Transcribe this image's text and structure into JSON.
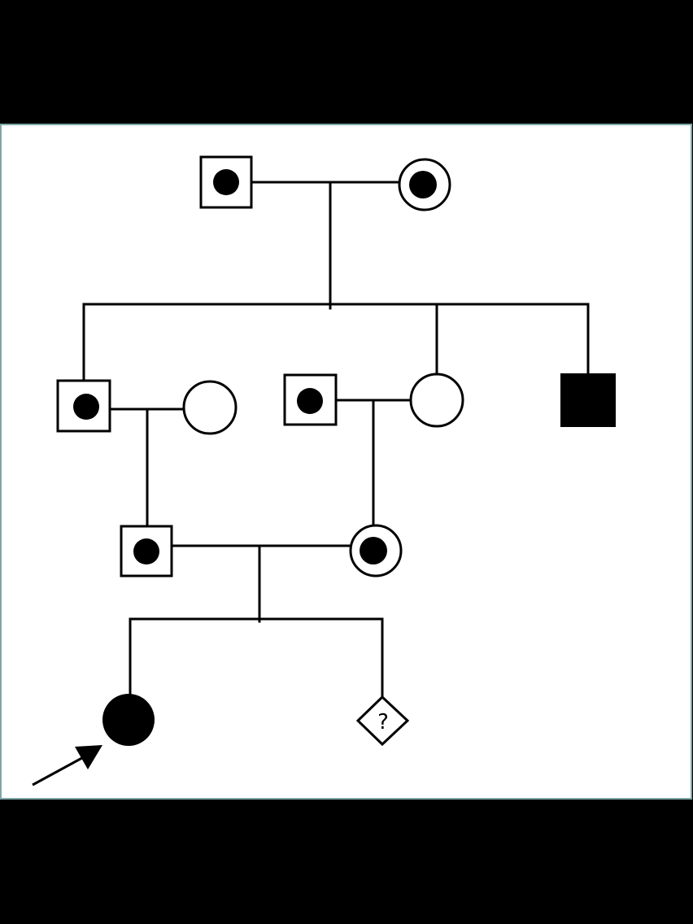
{
  "colors": {
    "frame": "#000000",
    "panel": "#ffffff",
    "panel_border": "#7fa7a7",
    "line": "#000000",
    "affected": "#000000",
    "unaffected": "#ffffff"
  },
  "individuals": [
    {
      "id": "gen1-father",
      "sex": "male",
      "status": "carrier"
    },
    {
      "id": "gen1-mother",
      "sex": "female",
      "status": "carrier"
    },
    {
      "id": "gen2-son-1",
      "sex": "male",
      "status": "carrier"
    },
    {
      "id": "gen2-wife-1",
      "sex": "female",
      "status": "unaffected"
    },
    {
      "id": "gen2-husband",
      "sex": "male",
      "status": "carrier"
    },
    {
      "id": "gen2-daughter",
      "sex": "female",
      "status": "unaffected"
    },
    {
      "id": "gen2-son-2",
      "sex": "male",
      "status": "affected"
    },
    {
      "id": "gen3-son",
      "sex": "male",
      "status": "carrier"
    },
    {
      "id": "gen3-daughter",
      "sex": "female",
      "status": "carrier"
    },
    {
      "id": "gen4-proband",
      "sex": "female",
      "status": "affected",
      "proband": true
    },
    {
      "id": "gen4-sibling",
      "sex": "unknown",
      "status": "unknown",
      "label": "?"
    }
  ],
  "question_label": "?"
}
